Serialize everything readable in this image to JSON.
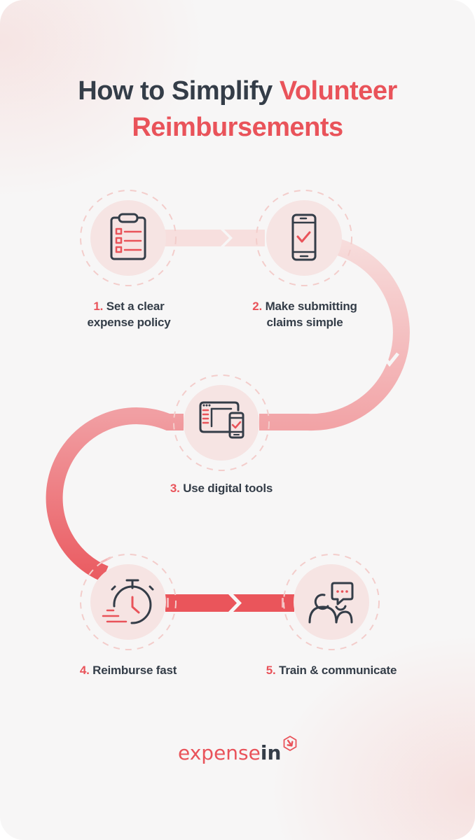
{
  "title": {
    "line1_dark": "How to Simplify ",
    "line1_accent": "Volunteer",
    "line2_accent": "Reimbursements"
  },
  "steps": [
    {
      "number": "1.",
      "label_line1": "Set a clear",
      "label_line2": "expense policy",
      "icon": "clipboard-checklist-icon"
    },
    {
      "number": "2.",
      "label_line1": "Make submitting",
      "label_line2": "claims simple",
      "icon": "smartphone-check-icon"
    },
    {
      "number": "3.",
      "label_line1": "Use digital tools",
      "label_line2": "",
      "icon": "browser-and-phone-icon"
    },
    {
      "number": "4.",
      "label_line1": "Reimburse fast",
      "label_line2": "",
      "icon": "stopwatch-fast-icon"
    },
    {
      "number": "5.",
      "label_line1": "Train & communicate",
      "label_line2": "",
      "icon": "people-chat-icon"
    }
  ],
  "logo": {
    "text_main": "expense",
    "text_bold": "in",
    "badge_icon": "arrow-hexagon-icon"
  },
  "colors": {
    "accent": "#e9535a",
    "dark": "#343d48",
    "circle_fill": "#f6e4e3",
    "dashed_ring": "#f3c9c7",
    "background": "#f7f6f6"
  }
}
